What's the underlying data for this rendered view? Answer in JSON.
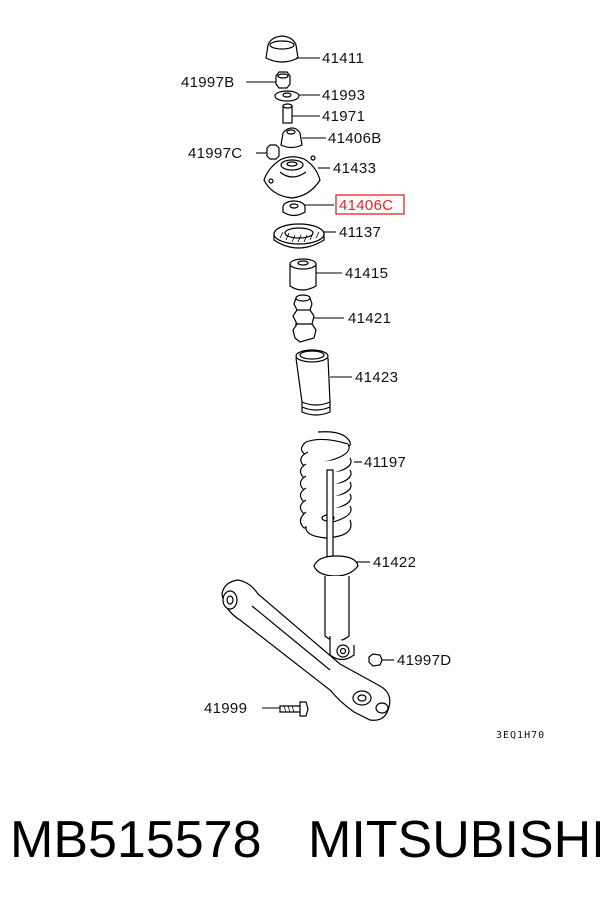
{
  "diagram": {
    "highlight_color": "#e0252a",
    "code": "3EQ1H70",
    "labels": {
      "p41411": "41411",
      "p41997B": "41997B",
      "p41993": "41993",
      "p41971": "41971",
      "p41406B": "41406B",
      "p41997C": "41997C",
      "p41433": "41433",
      "p41406C": "41406C",
      "p41137": "41137",
      "p41415": "41415",
      "p41421": "41421",
      "p41423": "41423",
      "p41197": "41197",
      "p41422": "41422",
      "p41997D": "41997D",
      "p41999": "41999"
    }
  },
  "caption": {
    "part_number": "MB515578",
    "brand": "MITSUBISHI"
  }
}
